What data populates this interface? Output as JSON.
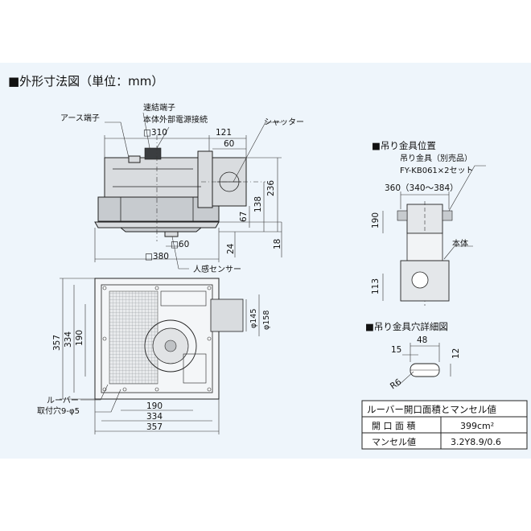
{
  "title": "■外形寸法図（単位：mm）",
  "front_view": {
    "labels": {
      "earth_terminal": "アース端子",
      "connection_terminal": "速結端子",
      "power_connection": "本体外部電源接続",
      "shutter": "シャッター",
      "motion_sensor": "人感センサー"
    },
    "dims": {
      "sq310": "□310",
      "d121": "121",
      "d60": "60",
      "d236": "236",
      "d138": "138",
      "d67": "67",
      "d24": "24",
      "d18": "18",
      "sq60": "□60",
      "sq380": "□380"
    }
  },
  "bottom_view": {
    "labels": {
      "louver": "ルーバー",
      "mounting_holes": "取付穴9-φ5"
    },
    "dims": {
      "v357": "357",
      "v334": "334",
      "v190": "190",
      "h190": "190",
      "h334": "334",
      "h357": "357",
      "phi145": "φ145",
      "phi158": "φ158"
    }
  },
  "hanger_position": {
    "title": "■吊り金具位置",
    "label1": "吊り金具（別売品）",
    "label2": "FY-KB061×2セット",
    "span": "360（340～384）",
    "d190": "190",
    "d113": "113",
    "body_label": "本体"
  },
  "hole_detail": {
    "title": "■吊り金具穴詳細図",
    "d48": "48",
    "d15": "15",
    "d12": "12",
    "r6": "R6"
  },
  "table": {
    "header": "ルーバー開口面積とマンセル値",
    "rows": [
      {
        "label": "開 口 面 積",
        "value": "399cm²"
      },
      {
        "label": "マンセル値",
        "value": "3.2Y8.9/0.6"
      }
    ]
  }
}
